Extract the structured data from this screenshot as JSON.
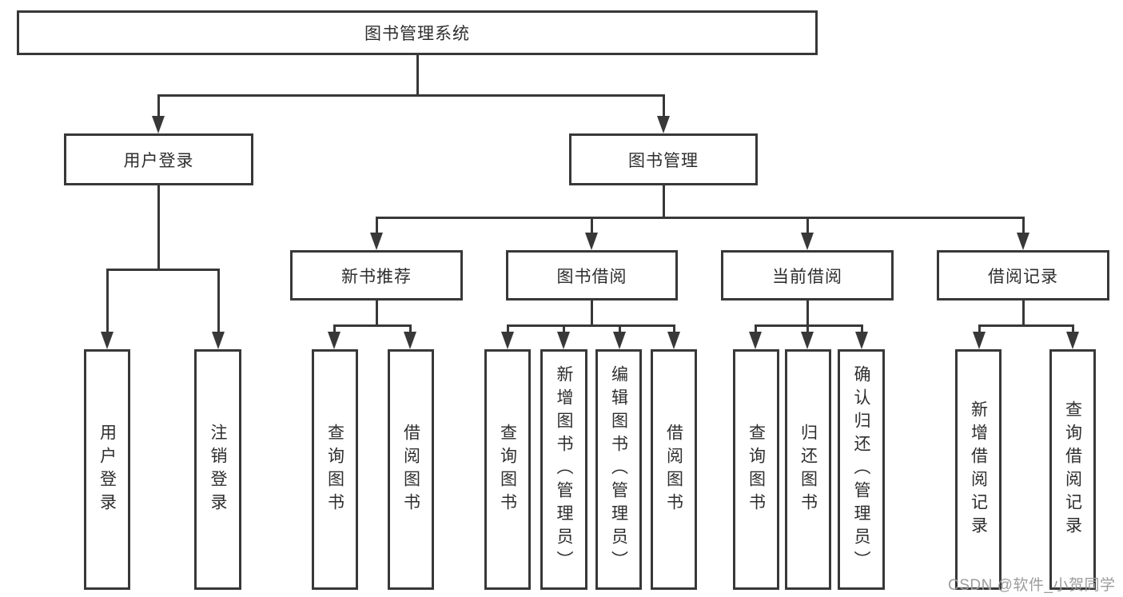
{
  "tree": {
    "root": {
      "label": "图书管理系统"
    },
    "branches": [
      {
        "label": "用户登录",
        "children": [
          {
            "label": "用户登录"
          },
          {
            "label": "注销登录"
          }
        ]
      },
      {
        "label": "图书管理",
        "children": [
          {
            "label": "新书推荐",
            "children": [
              {
                "label": "查询图书"
              },
              {
                "label": "借阅图书"
              }
            ]
          },
          {
            "label": "图书借阅",
            "children": [
              {
                "label": "查询图书"
              },
              {
                "label": "新增图书（管理员）"
              },
              {
                "label": "编辑图书（管理员）"
              },
              {
                "label": "借阅图书"
              }
            ]
          },
          {
            "label": "当前借阅",
            "children": [
              {
                "label": "查询图书"
              },
              {
                "label": "归还图书"
              },
              {
                "label": "确认归还（管理员）"
              }
            ]
          },
          {
            "label": "借阅记录",
            "children": [
              {
                "label": "新增借阅记录"
              },
              {
                "label": "查询借阅记录"
              }
            ]
          }
        ]
      }
    ]
  },
  "watermark": {
    "text": "CSDN @软件_小贺同学"
  },
  "colors": {
    "line": "#383838",
    "text": "#2e2e2e",
    "box_background": "#ffffff",
    "page_background": "#ffffff",
    "watermark": "#9c9c9c"
  }
}
